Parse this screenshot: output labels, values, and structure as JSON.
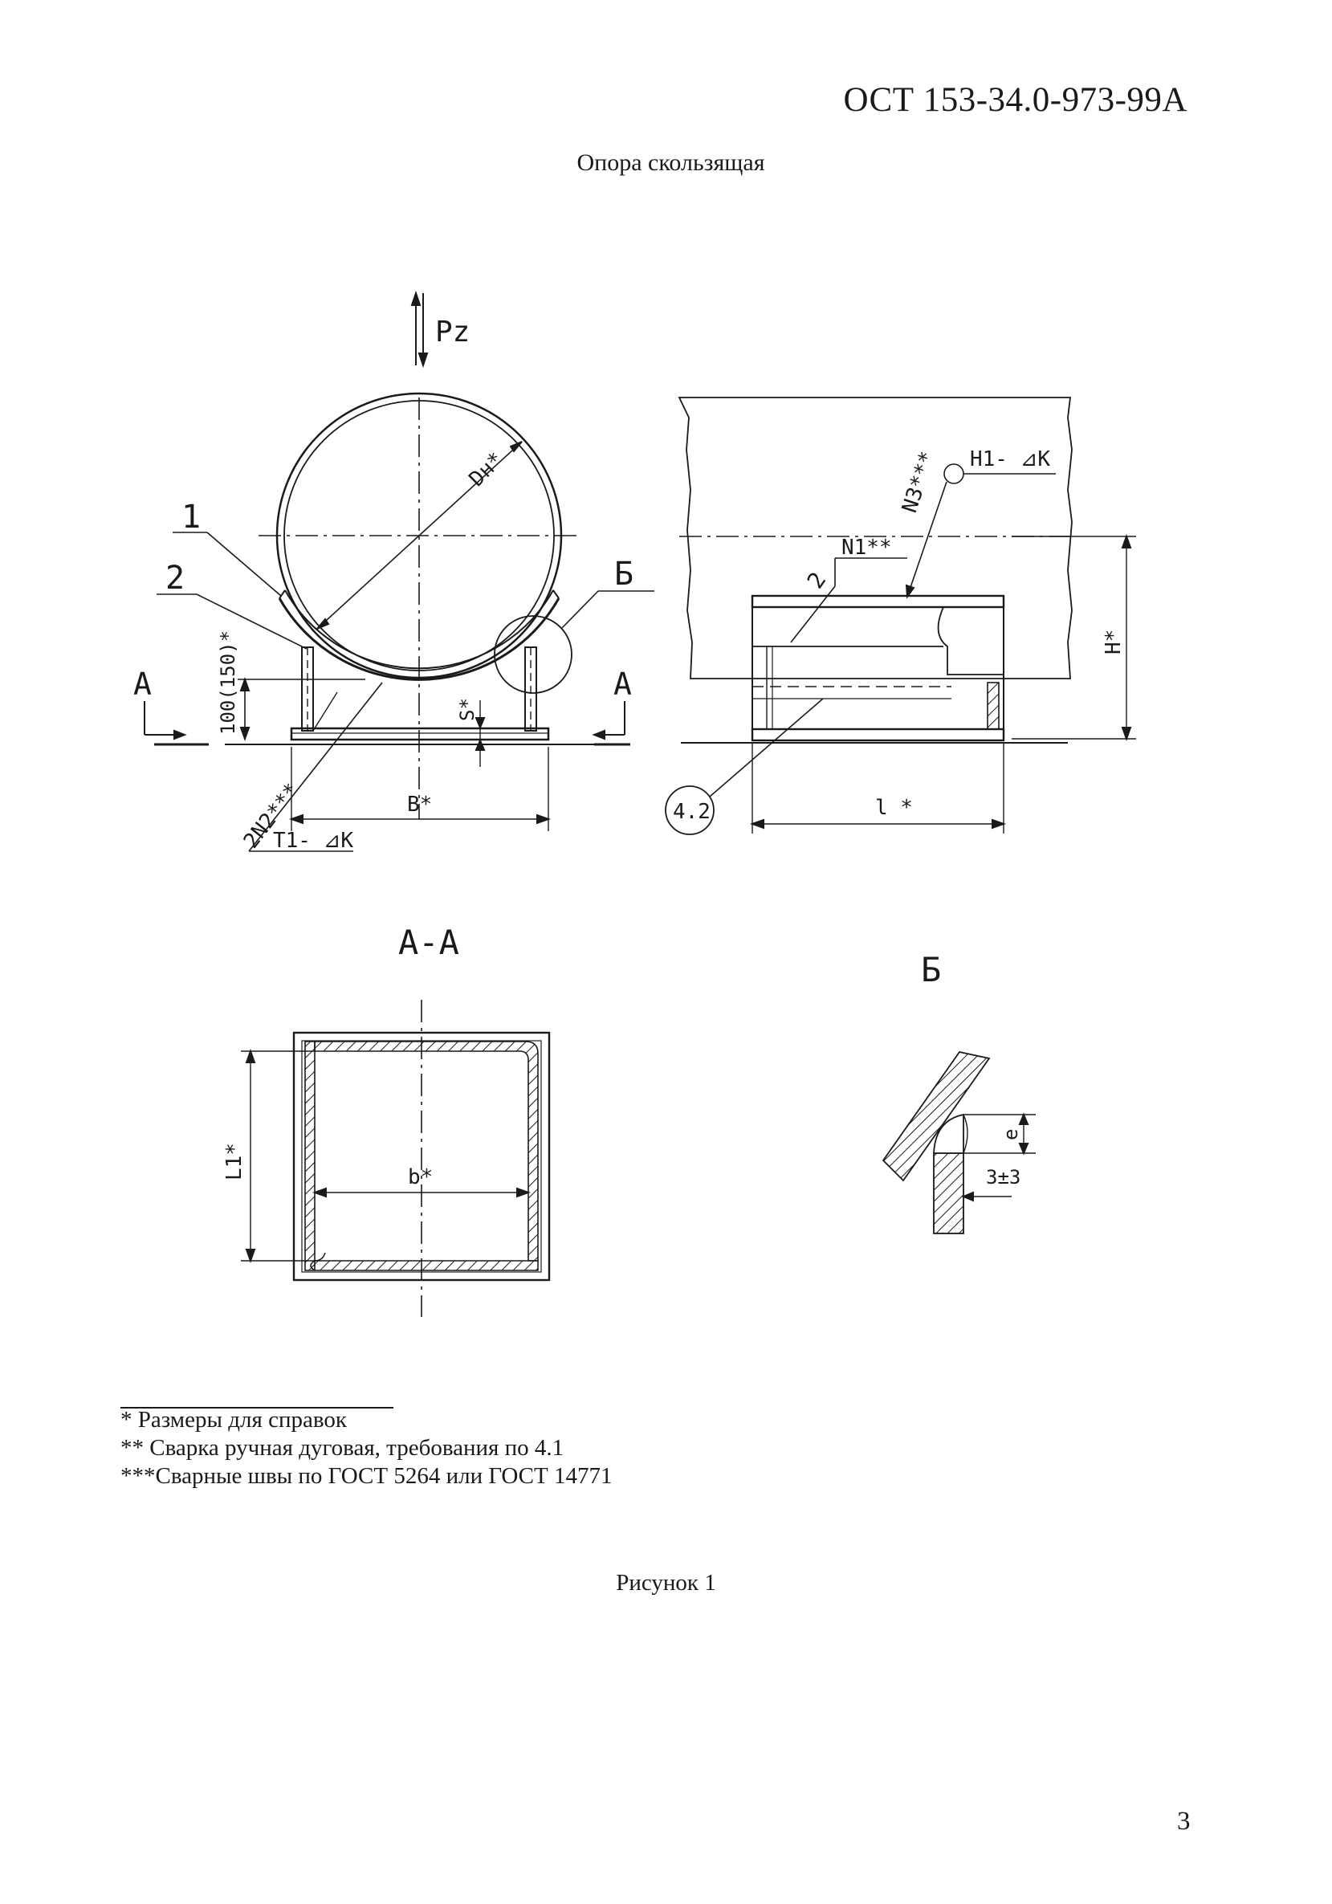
{
  "header": {
    "doc_code": "ОСТ 153-34.0-973-99А",
    "title": "Опора скользящая"
  },
  "drawing": {
    "load_label": "Pz",
    "diameter_label": "Dн*",
    "callout_1": "1",
    "callout_2": "2",
    "section_mark_left": "А",
    "section_mark_right": "А",
    "detail_mark": "Б",
    "height_dim": "100(150)*",
    "thickness_dim": "S*",
    "width_dim": "B*",
    "weld_2n2": "2N2***",
    "weld_t1": "T1- ⊿K",
    "weld_h1": "H1- ⊿K",
    "weld_n3": "N3***",
    "weld_n1": "N1**",
    "side_callout_2": "2",
    "side_height_dim": "H*",
    "length_dim": "l *",
    "ref_clause": "4.2",
    "section_title": "А-А",
    "inner_width_dim": "b*",
    "inner_length_dim": "L1*",
    "detail_title": "Б",
    "detail_dim_e": "e",
    "detail_dim_gap": "3±3"
  },
  "footnotes": [
    "* Размеры для справок",
    "** Сварка ручная дуговая, требования по 4.1",
    "***Сварные швы по ГОСТ 5264 или ГОСТ 14771"
  ],
  "figure_caption": "Рисунок 1",
  "page_number": "3"
}
